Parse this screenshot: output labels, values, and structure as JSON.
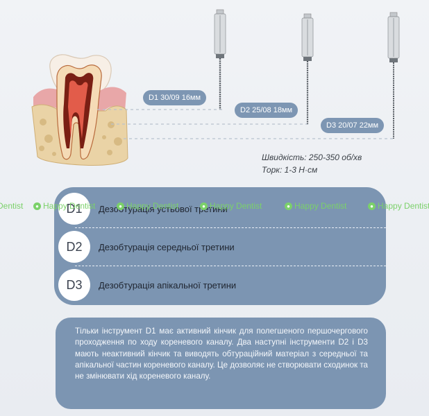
{
  "files": [
    {
      "label": "D1 30/09 16мм"
    },
    {
      "label": "D2 25/08 18мм"
    },
    {
      "label": "D3 20/07 22мм"
    }
  ],
  "specs": {
    "speed": "Швидкість: 250-350 об/хв",
    "torque": "Торк: 1-3 Н·см"
  },
  "steps": [
    {
      "badge": "D1",
      "text": "Дезобтурація устьової третини"
    },
    {
      "badge": "D2",
      "text": "Дезобтурація середньої третини"
    },
    {
      "badge": "D3",
      "text": "Дезобтурація апікальної третини"
    }
  ],
  "watermark": {
    "text": "Happy Dentist",
    "leading_fragment": "Dentist",
    "icon": "tooth-icon"
  },
  "info": {
    "text": "Тільки інструмент D1 має активний кінчик для полегшеного першочергового проходження по ходу кореневого каналу. Два наступні інструменти D2 і D3 мають неактивний кінчик та виводять обтурацій­ний матеріал з середньої та апікальної частин кореневого каналу. Це дозволяє не створювати сходинок та не змінювати хід кореневого каналу."
  },
  "colors": {
    "panel": "#7c95b2",
    "watermark": "#7bd16a",
    "background": "#eef1f5"
  }
}
